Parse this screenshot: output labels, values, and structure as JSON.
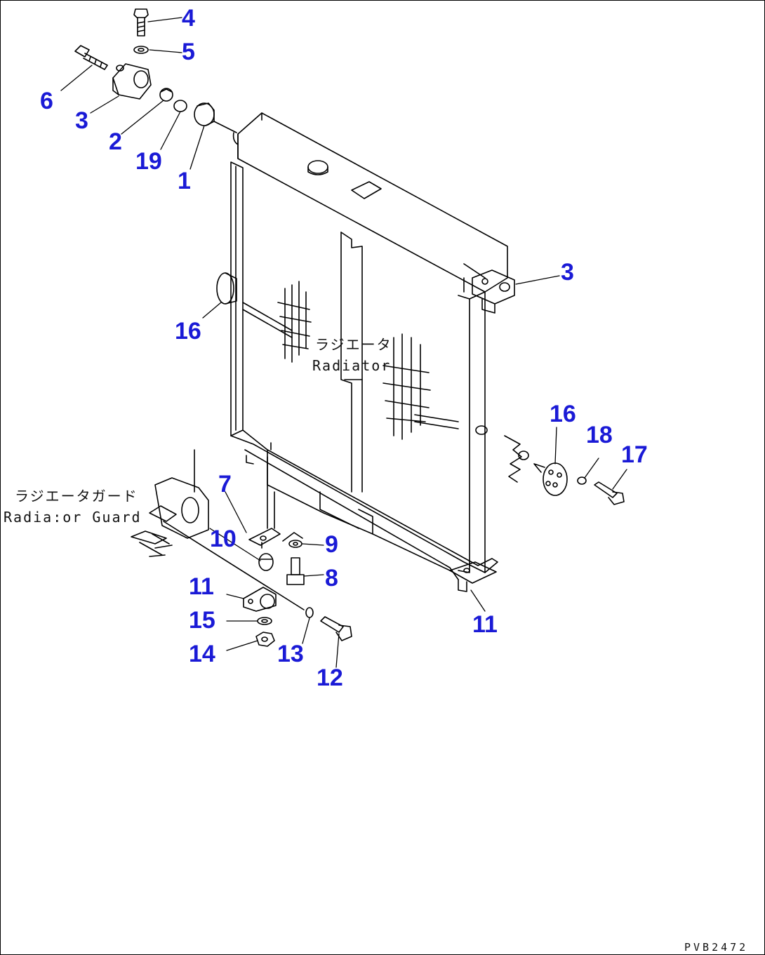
{
  "labels": {
    "radiator_jp": "ラジエータ",
    "radiator_en": "Radiator",
    "guard_jp": "ラジエータガード",
    "guard_en": "Radia:or Guard"
  },
  "diagram_code": "PVB2472",
  "callouts": {
    "c1": "1",
    "c2": "2",
    "c3a": "3",
    "c3b": "3",
    "c4": "4",
    "c5": "5",
    "c6": "6",
    "c7": "7",
    "c8": "8",
    "c9": "9",
    "c10": "10",
    "c11a": "11",
    "c11b": "11",
    "c12": "12",
    "c13": "13",
    "c14": "14",
    "c15": "15",
    "c16a": "16",
    "c16b": "16",
    "c17": "17",
    "c18": "18",
    "c19": "19"
  },
  "colors": {
    "callout": "#1a1ad6",
    "line": "#000000"
  }
}
